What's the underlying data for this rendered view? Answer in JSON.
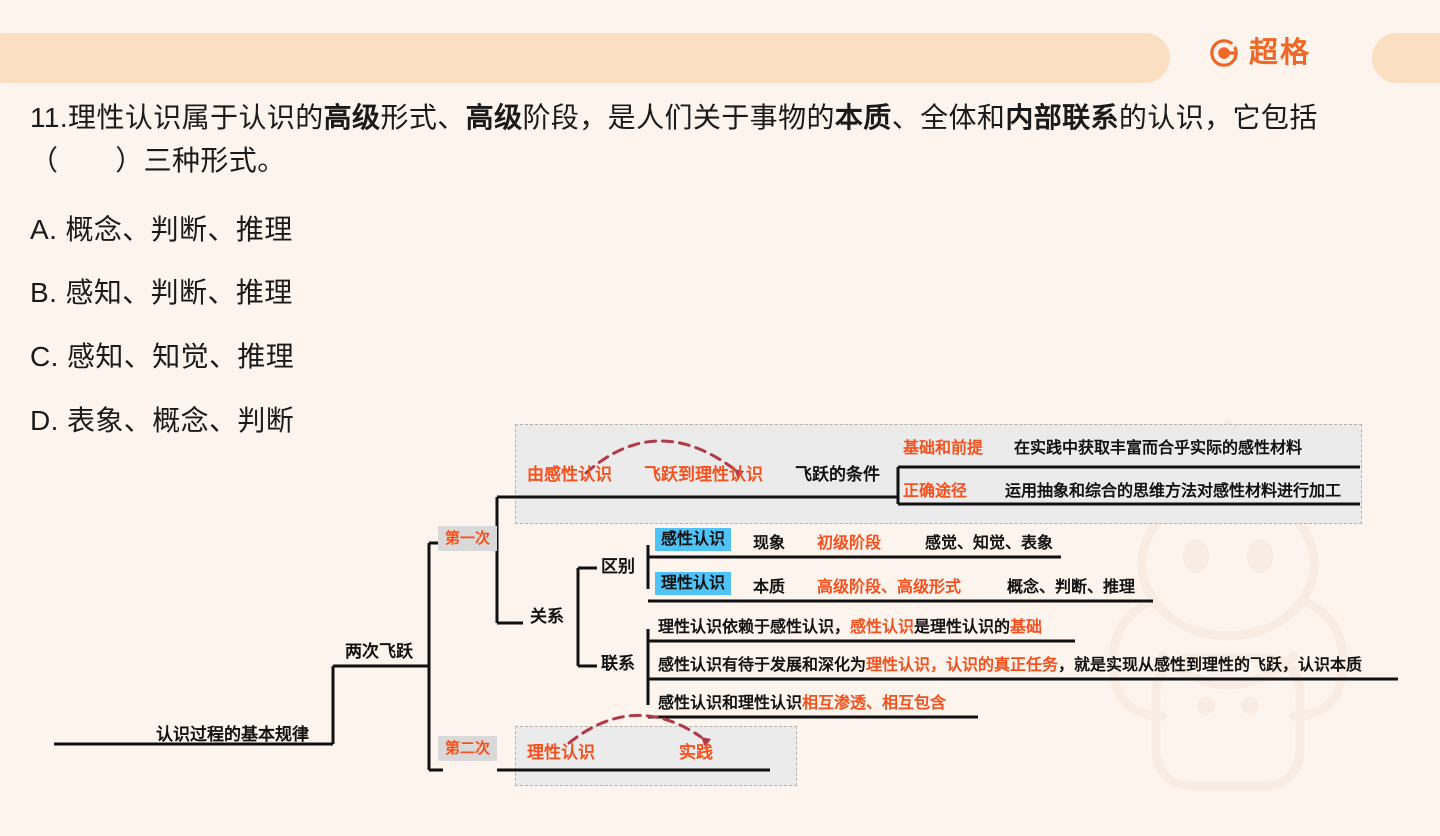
{
  "header": {
    "brand_name": "超格",
    "brand_icon": "g-logo-icon",
    "brand_color": "#ef6726",
    "band_color": "#fbdfc2"
  },
  "question": {
    "number": "11.",
    "stem_part1": "理性认识属于认识的",
    "stem_bold1": "高级",
    "stem_part2": "形式、",
    "stem_bold2": "高级",
    "stem_part3": "阶段，是人们关于事物的",
    "stem_bold3": "本质",
    "stem_part4": "、全体和",
    "stem_bold4": "内部联系",
    "stem_part5": "的认识，它包括（　　）三种形式。",
    "options": [
      {
        "key": "A.",
        "text": "概念、判断、推理"
      },
      {
        "key": "B.",
        "text": "感知、判断、推理"
      },
      {
        "key": "C.",
        "text": "感知、知觉、推理"
      },
      {
        "key": "D.",
        "text": "表象、概念、判断"
      }
    ]
  },
  "mindmap": {
    "root": "认识过程的基本规律",
    "branch": "两次飞跃",
    "first_leap_badge": "第一次",
    "second_leap_badge": "第二次",
    "first_leap": {
      "from": "由感性认识",
      "to": "飞跃到理性认识",
      "condition_label": "飞跃的条件",
      "conditions": [
        {
          "label": "基础和前提",
          "text": "在实践中获取丰富而合乎实际的感性材料"
        },
        {
          "label": "正确途径",
          "text": "运用抽象和综合的思维方法对感性材料进行加工"
        }
      ]
    },
    "second_leap": {
      "from": "理性认识",
      "to": "实践"
    },
    "relation": {
      "title": "关系",
      "difference_title": "区别",
      "difference_rows": [
        {
          "tag": "感性认识",
          "col2": "现象",
          "col3": "初级阶段",
          "col4": "感觉、知觉、表象"
        },
        {
          "tag": "理性认识",
          "col2": "本质",
          "col3": "高级阶段、高级形式",
          "col4": "概念、判断、推理"
        }
      ],
      "connection_title": "联系",
      "connection_rows": [
        {
          "a": "理性认识依赖于感性认识，",
          "b": "感性认识",
          "c": "是理性认识的",
          "d": "基础"
        },
        {
          "a": "感性认识有待于发展和深化为",
          "b": "理性认识，认识的真正任务",
          "c": "，就是实现从感性到理性的飞跃，认识本质"
        },
        {
          "a": "感性认识和理性认识",
          "b": "相互渗透、相互包含"
        }
      ]
    }
  },
  "colors": {
    "page_bg": "#fdf4ee",
    "accent_orange": "#f4511e",
    "highlight_blue": "#4fc3f7",
    "badge_grey": "#d9d9d9",
    "panel_grey": "#ebebeb",
    "dash_red": "#b03a48"
  }
}
